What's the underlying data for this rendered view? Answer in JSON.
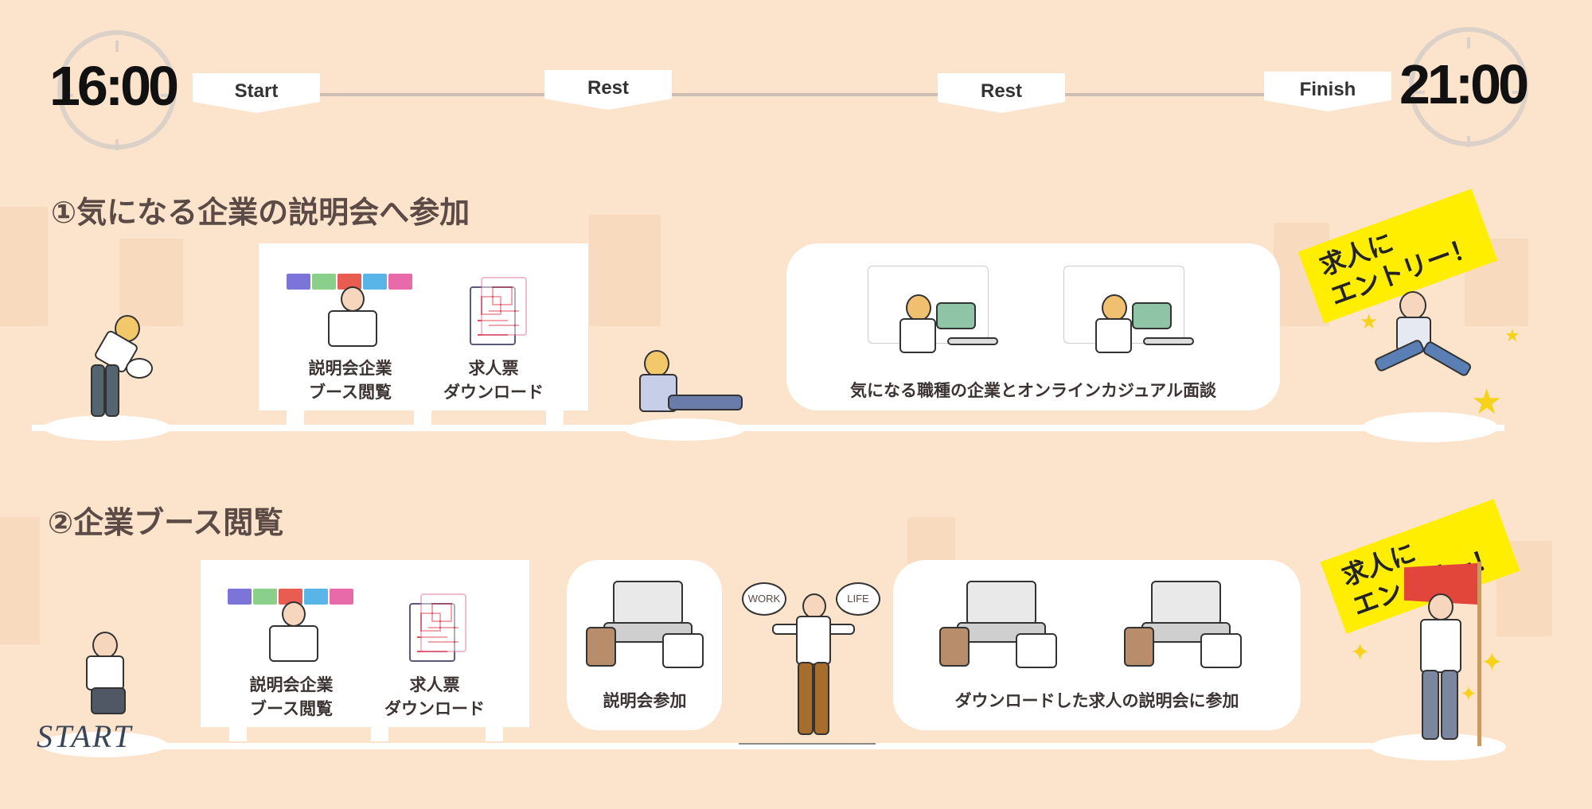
{
  "header": {
    "start_time": "16:00",
    "end_time": "21:00",
    "markers": [
      "Start",
      "Rest",
      "Rest",
      "Finish"
    ]
  },
  "section1": {
    "title": "①気になる企業の説明会へ参加",
    "card1": {
      "item1_label": "説明会企業\nブース閲覧",
      "item2_label": "求人票\nダウンロード"
    },
    "card2": {
      "label": "気になる職種の企業とオンラインカジュアル面談"
    },
    "note": "求人に\nエントリー！"
  },
  "section2": {
    "title": "②企業ブース閲覧",
    "card1": {
      "item1_label": "説明会企業\nブース閲覧",
      "item2_label": "求人票\nダウンロード"
    },
    "card2": {
      "label": "説明会参加"
    },
    "bubbles": [
      "WORK",
      "LIFE"
    ],
    "card3": {
      "label": "ダウンロードした求人の説明会に参加"
    },
    "start_label": "START",
    "note": "求人に\nエントリー！"
  },
  "colors": {
    "background": "#fce4cc",
    "note": "#ffee00",
    "text": "#5b4a45"
  }
}
